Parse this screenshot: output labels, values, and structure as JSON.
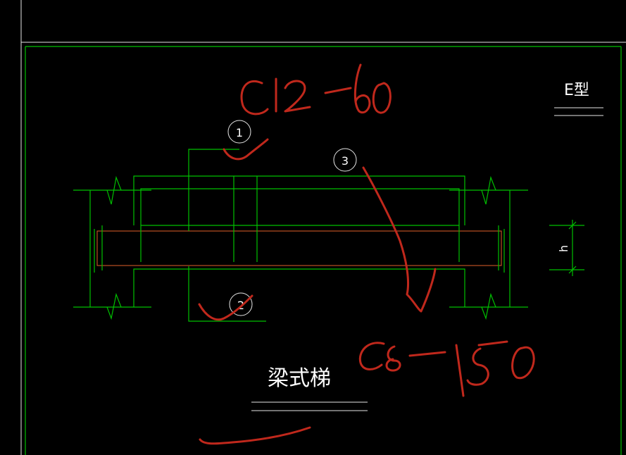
{
  "drawing": {
    "type_label": "E型",
    "title": "梁式梯",
    "dimension_label": "h",
    "markers": [
      "1",
      "2",
      "3"
    ]
  },
  "annotations": {
    "top_rebar": "C12-60",
    "bottom_rebar": "C8-150"
  },
  "colors": {
    "background": "#000000",
    "cad_lines": "#00c000",
    "text": "#ffffff",
    "handwriting": "#c0281c",
    "concrete_outline": "#e0602a"
  }
}
